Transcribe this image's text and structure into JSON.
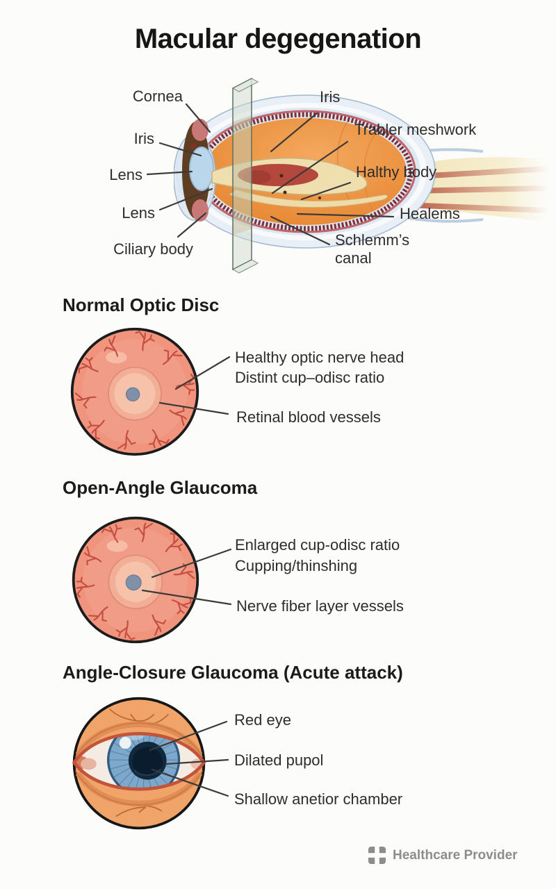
{
  "title": "Macular degegenation",
  "eye_diagram": {
    "labels_left": [
      {
        "text": "Cornea"
      },
      {
        "text": "Iris"
      },
      {
        "text": "Lens"
      },
      {
        "text": "Lens"
      },
      {
        "text": "Ciliary body"
      }
    ],
    "labels_right": [
      {
        "text": "Iris"
      },
      {
        "text": "Trabler meshwork"
      },
      {
        "text": "Halthy body"
      },
      {
        "text": "Healems"
      },
      {
        "text": "Schlemm’s\ncanal"
      }
    ]
  },
  "sections": [
    {
      "heading": "Normal Optic Disc",
      "labels": [
        {
          "text": "Healthy optic nerve head"
        },
        {
          "text": "Distint cup–odisc ratio"
        },
        {
          "text": "Retinal blood vessels"
        }
      ]
    },
    {
      "heading": "Open-Angle Glaucoma",
      "labels": [
        {
          "text": "Enlarged cup-odisc ratio"
        },
        {
          "text": "Cupping/thinshing"
        },
        {
          "text": "Nerve fiber layer vessels"
        }
      ]
    },
    {
      "heading": "Angle-Closure Glaucoma (Acute attack)",
      "labels": [
        {
          "text": "Red eye"
        },
        {
          "text": "Dilated pupol"
        },
        {
          "text": "Shallow anetior chamber"
        }
      ]
    }
  ],
  "footer": {
    "brand": "Healthcare Provider",
    "logo_icon": "medical-cross-frame-icon"
  },
  "colors": {
    "heading_text": "#1b1b1b",
    "label_text": "#2d2d2d",
    "leader_line": "#3a3a3a",
    "fundus_salmon": "#f0947e",
    "vessel_red": "#c44f41",
    "cup_gray_blue": "#8090a9",
    "iris_blue": "#7ea8ca",
    "pupil_navy": "#10293d",
    "eye_orange": "#e98a3c",
    "sclera_blue": "#dce8f2",
    "choroid_maroon": "#7e303a",
    "nerve_yellow": "#f0e4b8",
    "skin_orange": "#f1a469",
    "brand_gray": "#8d8d8d"
  }
}
